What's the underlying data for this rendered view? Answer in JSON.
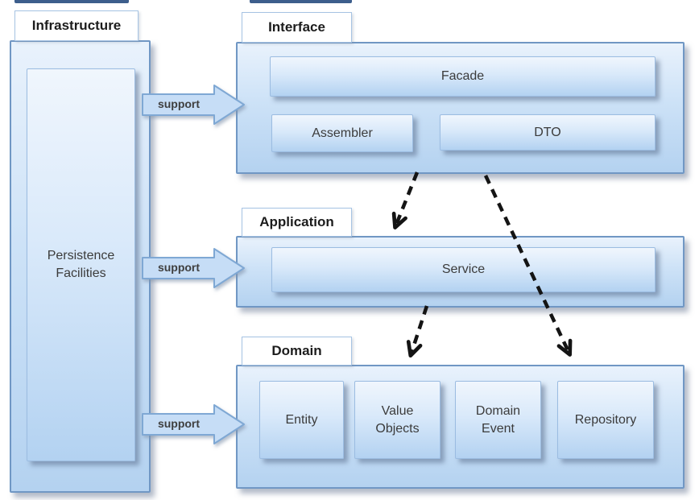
{
  "layers": {
    "infrastructure": {
      "tab": "Infrastructure",
      "persistence_facilities": "Persistence Facilities"
    },
    "interface": {
      "tab": "Interface",
      "facade": "Facade",
      "assembler": "Assembler",
      "dto": "DTO"
    },
    "application": {
      "tab": "Application",
      "service": "Service"
    },
    "domain": {
      "tab": "Domain",
      "entity": "Entity",
      "value_objects": "Value Objects",
      "domain_event": "Domain Event",
      "repository": "Repository"
    }
  },
  "arrows": {
    "support_labels": [
      "support",
      "support",
      "support"
    ],
    "dashed": [
      {
        "from": "Facade",
        "to": "Application"
      },
      {
        "from": "DTO",
        "to": "Domain"
      },
      {
        "from": "Service",
        "to": "Domain"
      }
    ]
  },
  "colors": {
    "container_fill_top": "#e9f2fc",
    "container_fill_bottom": "#b4d2f0",
    "container_border": "#7097c4",
    "box_border": "#9bbce1",
    "tab_border": "#a6c3e3",
    "support_arrow_fill": "#c6ddf6",
    "support_arrow_border": "#7fa8d4",
    "dashed_arrow": "#141414",
    "label_text": "#3b3b3b"
  }
}
